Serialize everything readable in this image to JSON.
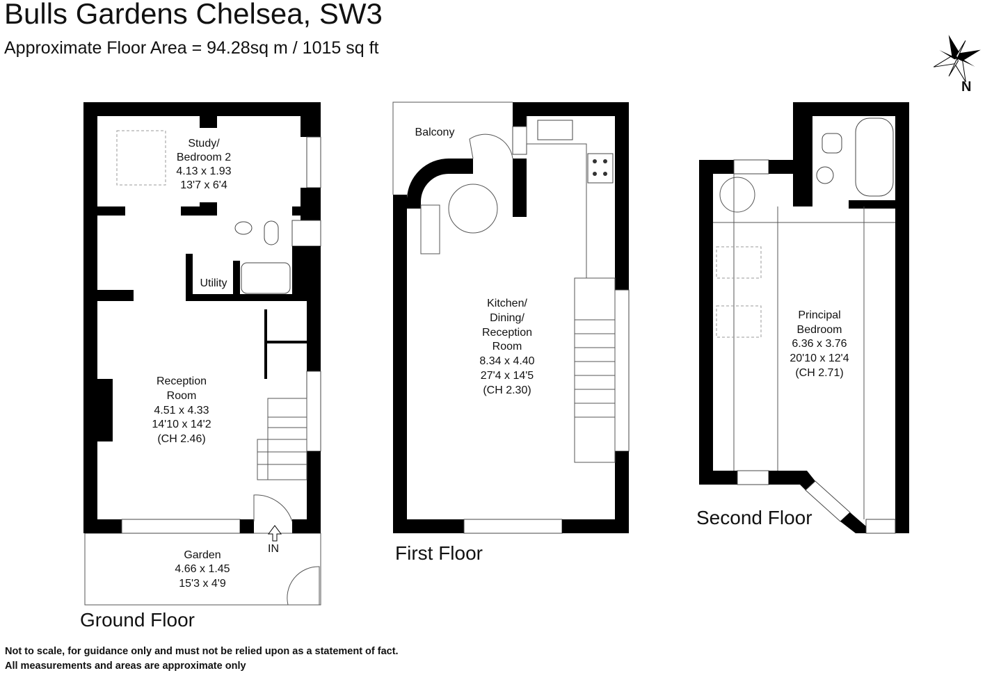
{
  "header": {
    "title": "Bulls Gardens Chelsea, SW3",
    "subtitle": "Approximate Floor Area = 94.28sq m / 1015 sq ft"
  },
  "compass": {
    "label": "N",
    "icon": "compass-rose-icon"
  },
  "floors": {
    "ground": {
      "label": "Ground Floor",
      "rooms": {
        "study": [
          "Study/",
          "Bedroom 2",
          "4.13 x 1.93",
          "13'7 x 6'4"
        ],
        "utility": [
          "Utility"
        ],
        "reception": [
          "Reception",
          "Room",
          "4.51 x 4.33",
          "14'10 x 14'2",
          "(CH 2.46)"
        ],
        "garden": [
          "Garden",
          "4.66 x 1.45",
          "15'3 x 4'9"
        ]
      },
      "entrance": "IN"
    },
    "first": {
      "label": "First Floor",
      "rooms": {
        "balcony": [
          "Balcony"
        ],
        "kitchen": [
          "Kitchen/",
          "Dining/",
          "Reception",
          "Room",
          "8.34 x 4.40",
          "27'4 x 14'5",
          "(CH 2.30)"
        ]
      }
    },
    "second": {
      "label": "Second Floor",
      "rooms": {
        "bedroom": [
          "Principal",
          "Bedroom",
          "6.36 x 3.76",
          "20'10 x 12'4",
          "(CH 2.71)"
        ]
      }
    }
  },
  "footer": {
    "line1": "Not to scale, for guidance only and must not be relied upon as a statement of fact.",
    "line2": "All measurements and areas are approximate only"
  }
}
